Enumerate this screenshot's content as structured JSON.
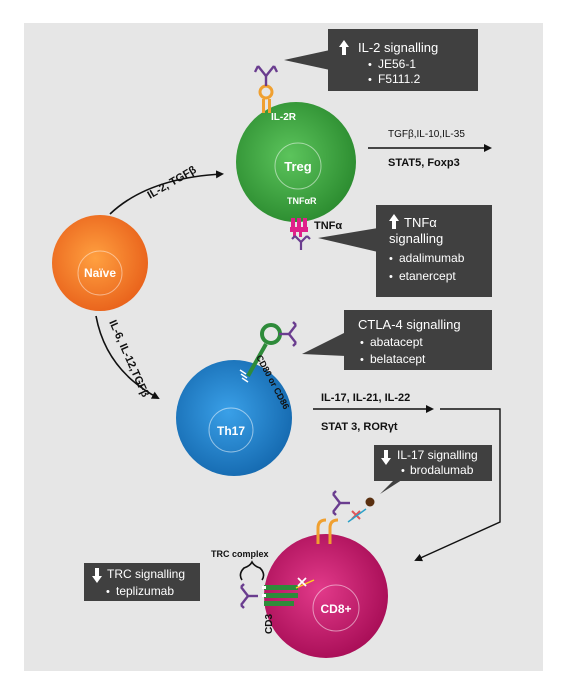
{
  "cells": {
    "naive": "Naïve",
    "treg": "Treg",
    "th17": "Th17",
    "cd8": "CD8+"
  },
  "pathways": {
    "to_treg": "IL-2, TGFβ",
    "to_th17": "IL-6, IL-12,TGFβ"
  },
  "treg": {
    "receptor": "IL-2R",
    "tnf_receptor": "TNFαR",
    "ligand": "TNFα",
    "out_cytokines": "TGFβ,IL-10,IL-35",
    "out_factors": "STAT5, Foxp3"
  },
  "th17": {
    "costim": "CD80 or CD86",
    "out_cytokines": "IL-17, IL-21, IL-22",
    "out_factors": "STAT 3, RORγt"
  },
  "cd8": {
    "trc_label": "TRC complex",
    "cd3_label": "CD3"
  },
  "boxes": {
    "il2": {
      "title": "IL-2 signalling",
      "items": [
        "JE56-1",
        "F5111.2"
      ]
    },
    "tnf": {
      "title_a": "TNFα",
      "title_b": "signalling",
      "items": [
        "adalimumab",
        "etanercept"
      ]
    },
    "ctla4": {
      "title": "CTLA-4 signalling",
      "items": [
        "abatacept",
        "belatacept"
      ]
    },
    "il17": {
      "title": "IL-17 signalling",
      "items": [
        "brodalumab"
      ]
    },
    "trc": {
      "title": "TRC signalling",
      "items": [
        "teplizumab"
      ]
    }
  },
  "colors": {
    "panel": "#e6e6e6",
    "box": "#404040",
    "naive": "#f07a1a",
    "treg": "#3aa33a",
    "th17": "#1b7fc9",
    "cd8": "#c4166b",
    "antibody": "#6a3d8f",
    "receptor_orange": "#f0a030",
    "receptor_pink": "#e0208a",
    "receptor_green": "#2e8b3a"
  }
}
